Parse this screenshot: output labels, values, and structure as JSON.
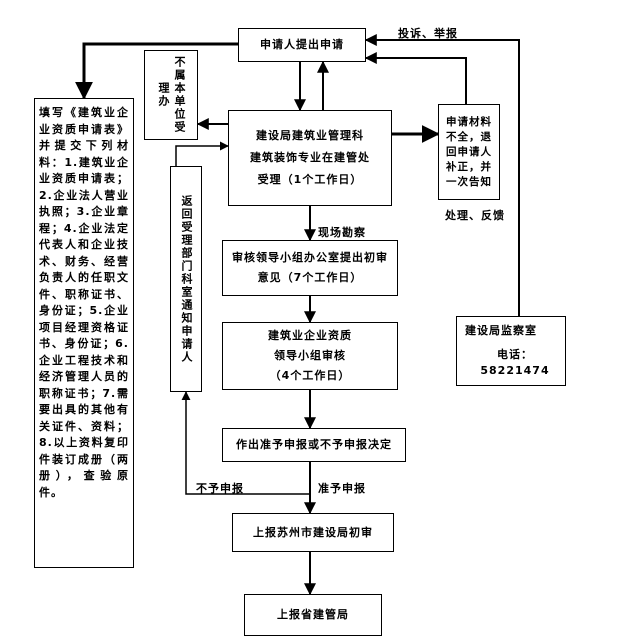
{
  "boxes": {
    "apply": "申请人提出申请",
    "not_scope": "不属本单位受理办",
    "materials": "填写《建筑业企业资质申请表》并提交下列材料：1.建筑业企业资质申请表；2.企业法人营业执照；3.企业章程；4.企业法定代表人和企业技术、财务、经营负责人的任职文件、职称证书、身份证；5.企业项目经理资格证书、身份证；6.企业工程技术和经济管理人员的职称证书；7.需要出具的其他有关证件、资料；8.以上资料复印件装订成册（两册），查验原件。",
    "accept": "建设局建筑业管理科\n建筑装饰专业在建管处\n受理（1个工作日）",
    "incomplete": "申请材料不全，退回申请人补正，并一次告知",
    "notify": "返回受理部门科室通知申请人",
    "review1": "审核领导小组办公室提出初审意见（7个工作日）",
    "review2": "建筑业企业资质\n领导小组审核\n（4个工作日）",
    "decision": "作出准予申报或不予申报决定",
    "suzhou": "上报苏州市建设局初审",
    "province": "上报省建管局",
    "supervision_title": "建设局监察室",
    "supervision_phone": "电话：58221474"
  },
  "labels": {
    "complaint": "投诉、举报",
    "handle": "处理、反馈",
    "site_survey": "现场勘察",
    "not_approve": "不予申报",
    "approve": "准予申报"
  }
}
